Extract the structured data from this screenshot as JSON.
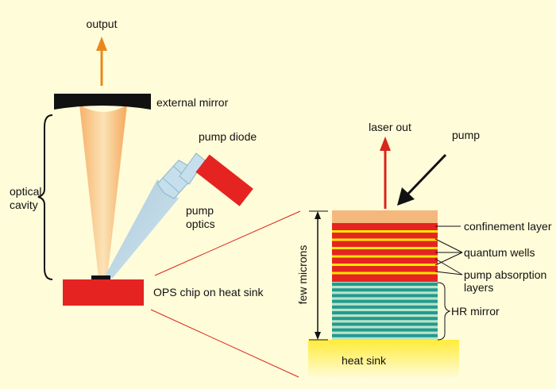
{
  "labels": {
    "output": "output",
    "external_mirror": "external mirror",
    "pump_diode": "pump diode",
    "optical_cavity_line1": "optical",
    "optical_cavity_line2": "cavity",
    "pump_optics_line1": "pump",
    "pump_optics_line2": "optics",
    "ops_chip": "OPS chip on heat sink",
    "laser_out": "laser out",
    "pump": "pump",
    "confinement_layer": "confinement layer",
    "quantum_wells": "quantum wells",
    "pump_absorption_line1": "pump absorption",
    "pump_absorption_line2": "layers",
    "few_microns": "few microns",
    "hr_mirror": "HR mirror",
    "heat_sink": "heat sink"
  },
  "colors": {
    "background": "#fffcd9",
    "chip_red": "#e52421",
    "output_arrow": "#e8881c",
    "laser_arrow": "#d9261c",
    "confinement": "#f5b87c",
    "quantum_well": "#ffe600",
    "mirror_teal": "#239a8e",
    "mirror_light": "#b8e3c8",
    "heat_sink": "#fff08a",
    "pump_beam": "#b5d2e3"
  }
}
